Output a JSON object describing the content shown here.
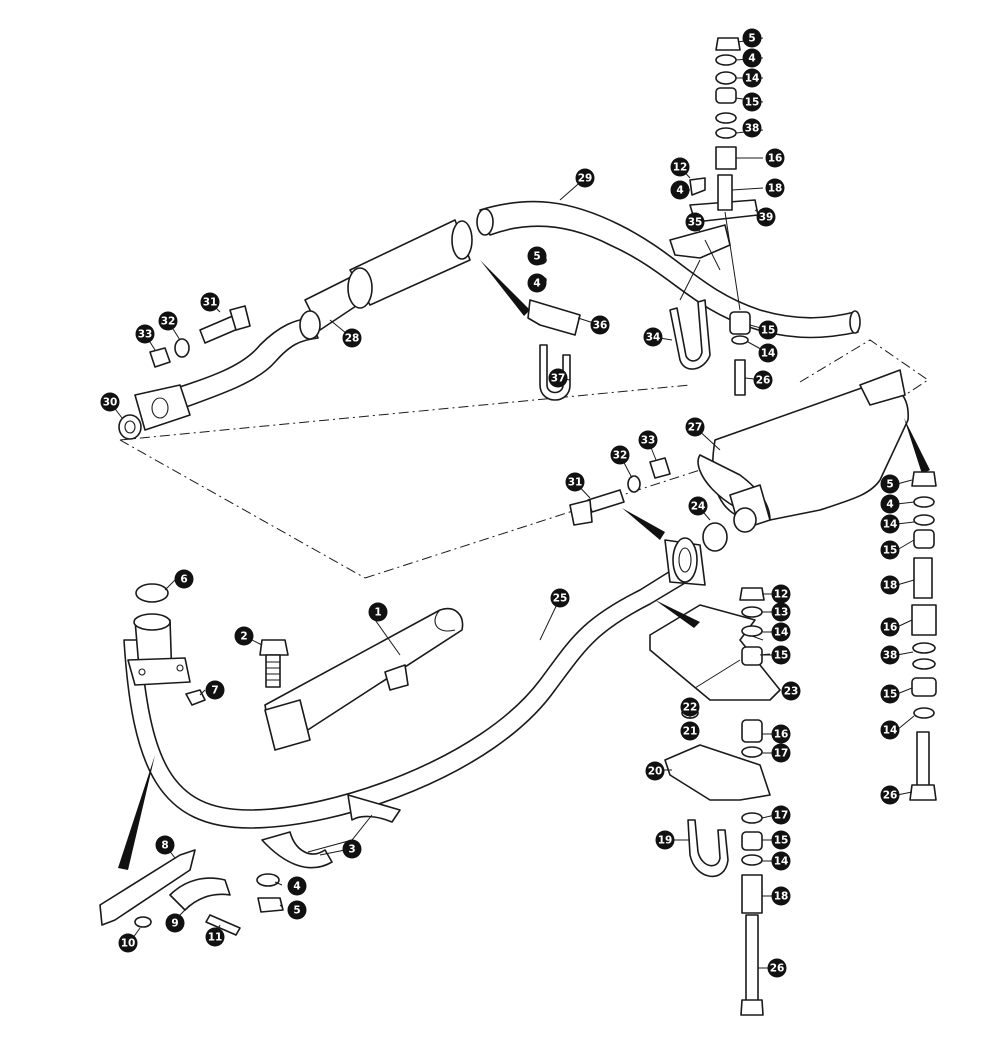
{
  "diagram": {
    "type": "exploded-parts-view",
    "callout_color": "#111111",
    "line_color": "#1a1a1a",
    "callouts": [
      "1",
      "2",
      "3",
      "4",
      "5",
      "6",
      "7",
      "8",
      "9",
      "10",
      "11",
      "12",
      "13",
      "14",
      "15",
      "16",
      "17",
      "18",
      "19",
      "20",
      "21",
      "22",
      "23",
      "24",
      "25",
      "26",
      "27",
      "28",
      "29",
      "30",
      "31",
      "32",
      "33",
      "34",
      "35",
      "36",
      "37",
      "38",
      "39"
    ]
  }
}
